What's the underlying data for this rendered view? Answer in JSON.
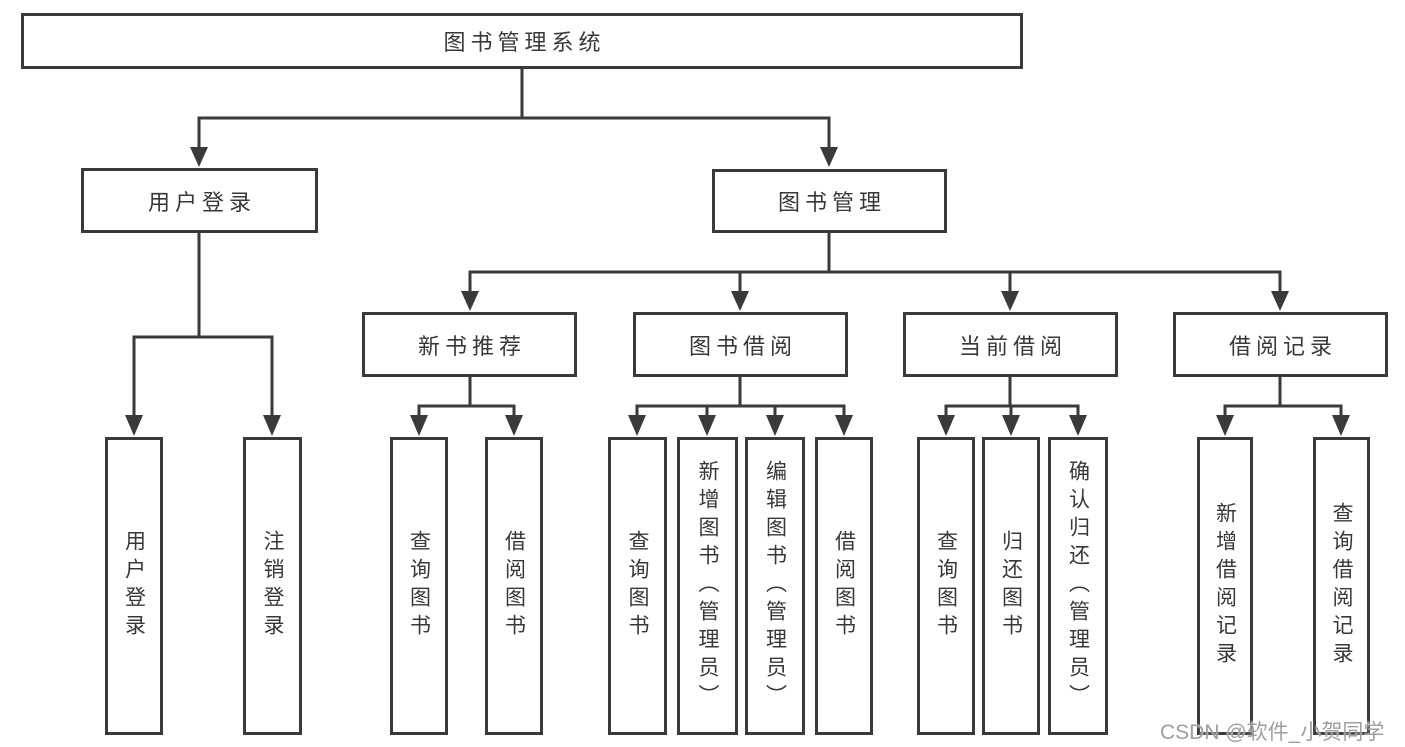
{
  "title": "图书管理系统",
  "colors": {
    "line": "#3a3a3a",
    "box_border": "#3a3a3a",
    "text": "#383838",
    "background": "#ffffff",
    "watermark": "#9e9e9e"
  },
  "nodes": {
    "root": "图书管理系统",
    "level2": {
      "user_login_group": "用户登录",
      "book_mgmt_group": "图书管理"
    },
    "level3": {
      "new_book_rec": "新书推荐",
      "book_borrow": "图书借阅",
      "current_borrow": "当前借阅",
      "borrow_records": "借阅记录"
    },
    "leaves": {
      "user_login": "用户登录",
      "logout": "注销登录",
      "rec_query_book": "查询图书",
      "rec_borrow_book": "借阅图书",
      "bb_query_book": "查询图书",
      "bb_add_book": "新增图书（管理员）",
      "bb_edit_book": "编辑图书（管理员）",
      "bb_borrow_book": "借阅图书",
      "cb_query_book": "查询图书",
      "cb_return_book": "归还图书",
      "cb_confirm_return": "确认归还（管理员）",
      "br_add_record": "新增借阅记录",
      "br_query_record": "查询借阅记录"
    }
  },
  "watermark": "CSDN @软件_小贺同学"
}
